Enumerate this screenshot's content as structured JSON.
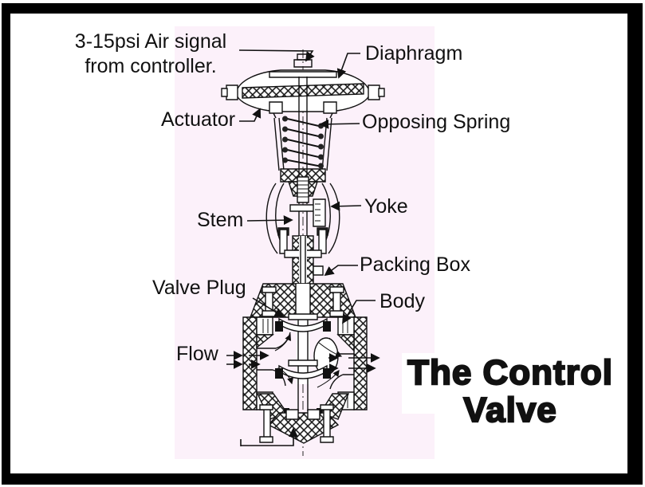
{
  "colors": {
    "frame": "#000000",
    "page_background": "#ffffff",
    "scan_background": "#fcf1fa",
    "ink": "#111111"
  },
  "labels": {
    "air_signal_line1": "3-15psi Air signal",
    "air_signal_line2": "from controller.",
    "diaphragm": "Diaphragm",
    "actuator": "Actuator",
    "opposing_spring": "Opposing Spring",
    "stem": "Stem",
    "yoke": "Yoke",
    "packing_box": "Packing Box",
    "valve_plug": "Valve Plug",
    "body": "Body",
    "flow": "Flow"
  },
  "title": {
    "line1": "The Control",
    "line2": "Valve"
  }
}
